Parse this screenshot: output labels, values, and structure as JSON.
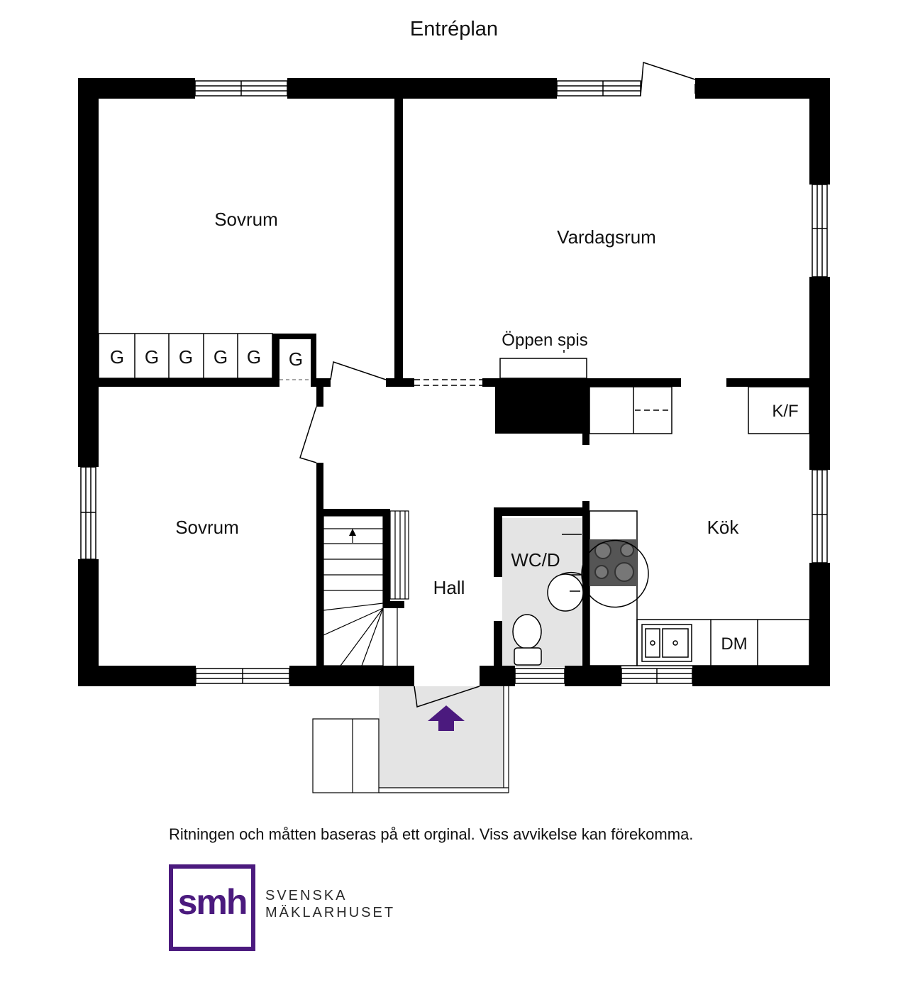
{
  "title": "Entréplan",
  "rooms": {
    "bedroom_top": "Sovrum",
    "bedroom_bottom": "Sovrum",
    "living_room": "Vardagsrum",
    "fireplace": "Öppen spis",
    "fridge_freezer": "K/F",
    "kitchen": "Kök",
    "wc": "WC/D",
    "hall": "Hall",
    "dishwasher": "DM"
  },
  "wardrobes": [
    "G",
    "G",
    "G",
    "G",
    "G",
    "G"
  ],
  "disclaimer": "Ritningen och måtten baseras på ett orginal. Viss avvikelse kan förekomma.",
  "logo": {
    "mark": "smh",
    "brand_line1": "SVENSKA",
    "brand_line2": "MÄKLARHUSET",
    "color": "#4b1a7e"
  },
  "colors": {
    "wall": "#000000",
    "wet_room_floor": "#e4e4e4",
    "entrance_arrow": "#4b1a7e"
  }
}
